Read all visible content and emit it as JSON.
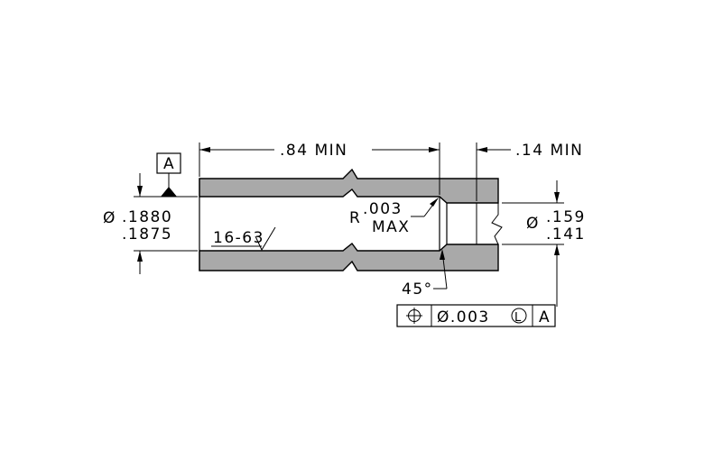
{
  "datum": {
    "label": "A"
  },
  "dimensions": {
    "length_min": ".84  MIN",
    "step_min": ".14  MIN",
    "bore_dia_symbol": "Ø",
    "bore_dia_upper": ".1880",
    "bore_dia_lower": ".1875",
    "counterbore_dia_symbol": "Ø",
    "counterbore_dia_upper": ".159",
    "counterbore_dia_lower": ".141",
    "radius_prefix": "R",
    "radius_value": ".003",
    "radius_note": "MAX",
    "surface_finish": "16-63",
    "chamfer_angle": "45°"
  },
  "feature_control_frame": {
    "symbol": "position-icon",
    "tolerance": "Ø.003",
    "modifier": "L",
    "datum_ref": "A"
  },
  "colors": {
    "part_fill": "#a9a9a9",
    "line": "#000000"
  }
}
